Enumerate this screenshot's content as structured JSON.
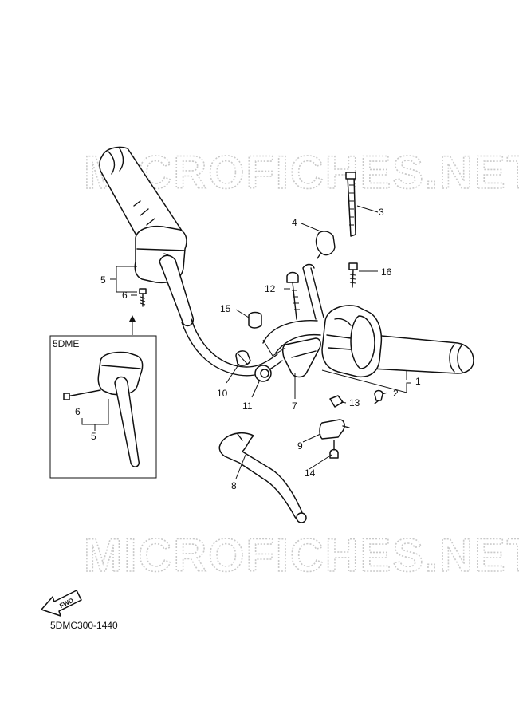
{
  "watermark": {
    "top_text": "MICROFICHES.NET",
    "bottom_text": "MICROFICHES.NET"
  },
  "inset": {
    "title": "5DME",
    "callouts": {
      "six": "6",
      "five": "5"
    }
  },
  "callouts": {
    "c1": "1",
    "c2": "2",
    "c3": "3",
    "c4": "4",
    "c5": "5",
    "c6": "6",
    "c7": "7",
    "c8": "8",
    "c9": "9",
    "c10": "10",
    "c11": "11",
    "c12": "12",
    "c13": "13",
    "c14": "14",
    "c15": "15",
    "c16": "16"
  },
  "fwd_label": "FWD",
  "drawing_code": "5DMC300-1440",
  "icons": {
    "fwd_arrow": "fwd-arrow-icon"
  }
}
